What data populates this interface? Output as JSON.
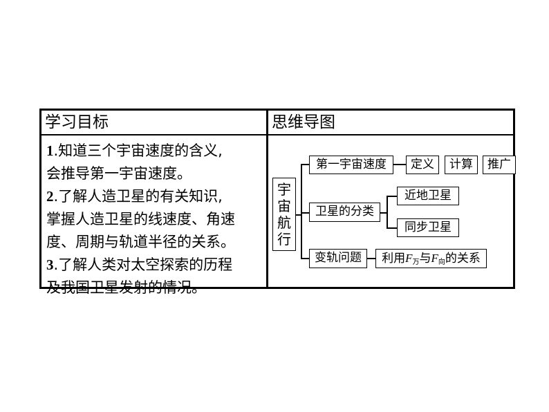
{
  "table": {
    "headers": {
      "left": "学习目标",
      "right": "思维导图"
    },
    "goals": [
      {
        "num": "1",
        "lines": [
          ".知道三个宇宙速度的含义,",
          "会推导第一宇宙速度。"
        ]
      },
      {
        "num": "2",
        "lines": [
          ".了解人造卫星的有关知识,",
          "掌握人造卫星的线速度、角速",
          "度、周期与轨道半径的关系。"
        ]
      },
      {
        "num": "3",
        "lines": [
          ".了解人类对太空探索的历程",
          "及我国卫星发射的情况。"
        ]
      }
    ]
  },
  "mindmap": {
    "root": [
      "宇",
      "宙",
      "航",
      "行"
    ],
    "branch1": {
      "label": "第一宇宙速度",
      "children": [
        "定义",
        "计算",
        "推广"
      ]
    },
    "branch2": {
      "label": "卫星的分类",
      "children": [
        "近地卫星",
        "同步卫星"
      ]
    },
    "branch3": {
      "label": "变轨问题",
      "relation": {
        "pre": "利用",
        "f1": "F",
        "f1_sub": "万",
        "mid": "与",
        "f2": "F",
        "f2_sub": "向",
        "post": "的关系"
      }
    }
  }
}
